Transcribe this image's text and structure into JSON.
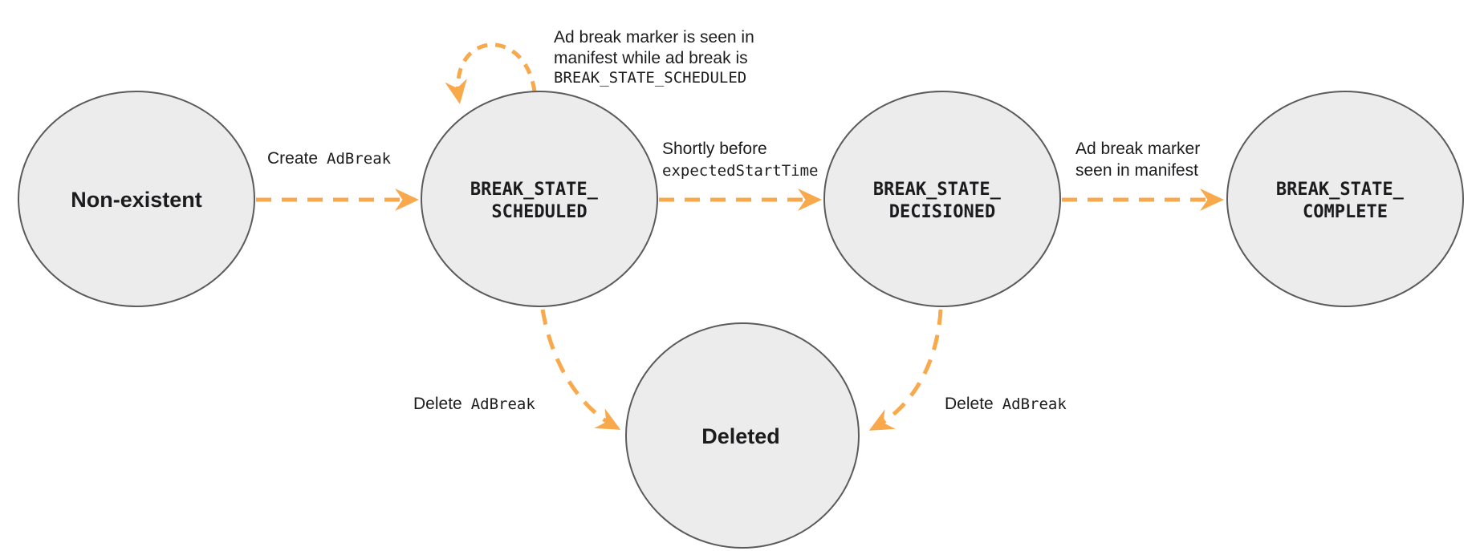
{
  "colors": {
    "arrow": "#f8a94c",
    "state_fill": "#ececec",
    "state_stroke": "#5b5b5d",
    "text": "#1c1c1e"
  },
  "states": {
    "non_existent": {
      "label": "Non-existent"
    },
    "scheduled": {
      "line1": "BREAK_STATE_",
      "line2": "SCHEDULED"
    },
    "decisioned": {
      "line1": "BREAK_STATE_",
      "line2": "DECISIONED"
    },
    "complete": {
      "line1": "BREAK_STATE_",
      "line2": "COMPLETE"
    },
    "deleted": {
      "label": "Deleted"
    }
  },
  "transitions": {
    "create": {
      "sans": "Create",
      "mono": "AdBreak"
    },
    "self_loop": {
      "line1": "Ad break marker is seen in",
      "line2": "manifest while ad break is",
      "line3_mono": "BREAK_STATE_SCHEDULED"
    },
    "shortly_before": {
      "sans": "Shortly before",
      "mono": "expectedStartTime"
    },
    "marker_seen": {
      "line1": "Ad break marker",
      "line2": "seen in manifest"
    },
    "delete_scheduled": {
      "sans": "Delete",
      "mono": "AdBreak"
    },
    "delete_decisioned": {
      "sans": "Delete",
      "mono": "AdBreak"
    }
  }
}
